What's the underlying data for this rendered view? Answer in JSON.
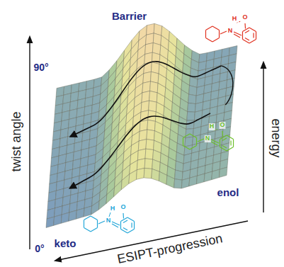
{
  "diagram": {
    "nodes": [
      {
        "text": [
          "Barrier"
        ]
      }
    ],
    "labels": [
      "90°",
      "twist angle",
      "0°",
      "energy",
      "enol",
      "keto",
      "ESIPT-progression",
      "H",
      "O",
      "N",
      "H",
      "O",
      "N",
      "H",
      "O",
      "N"
    ]
  }
}
